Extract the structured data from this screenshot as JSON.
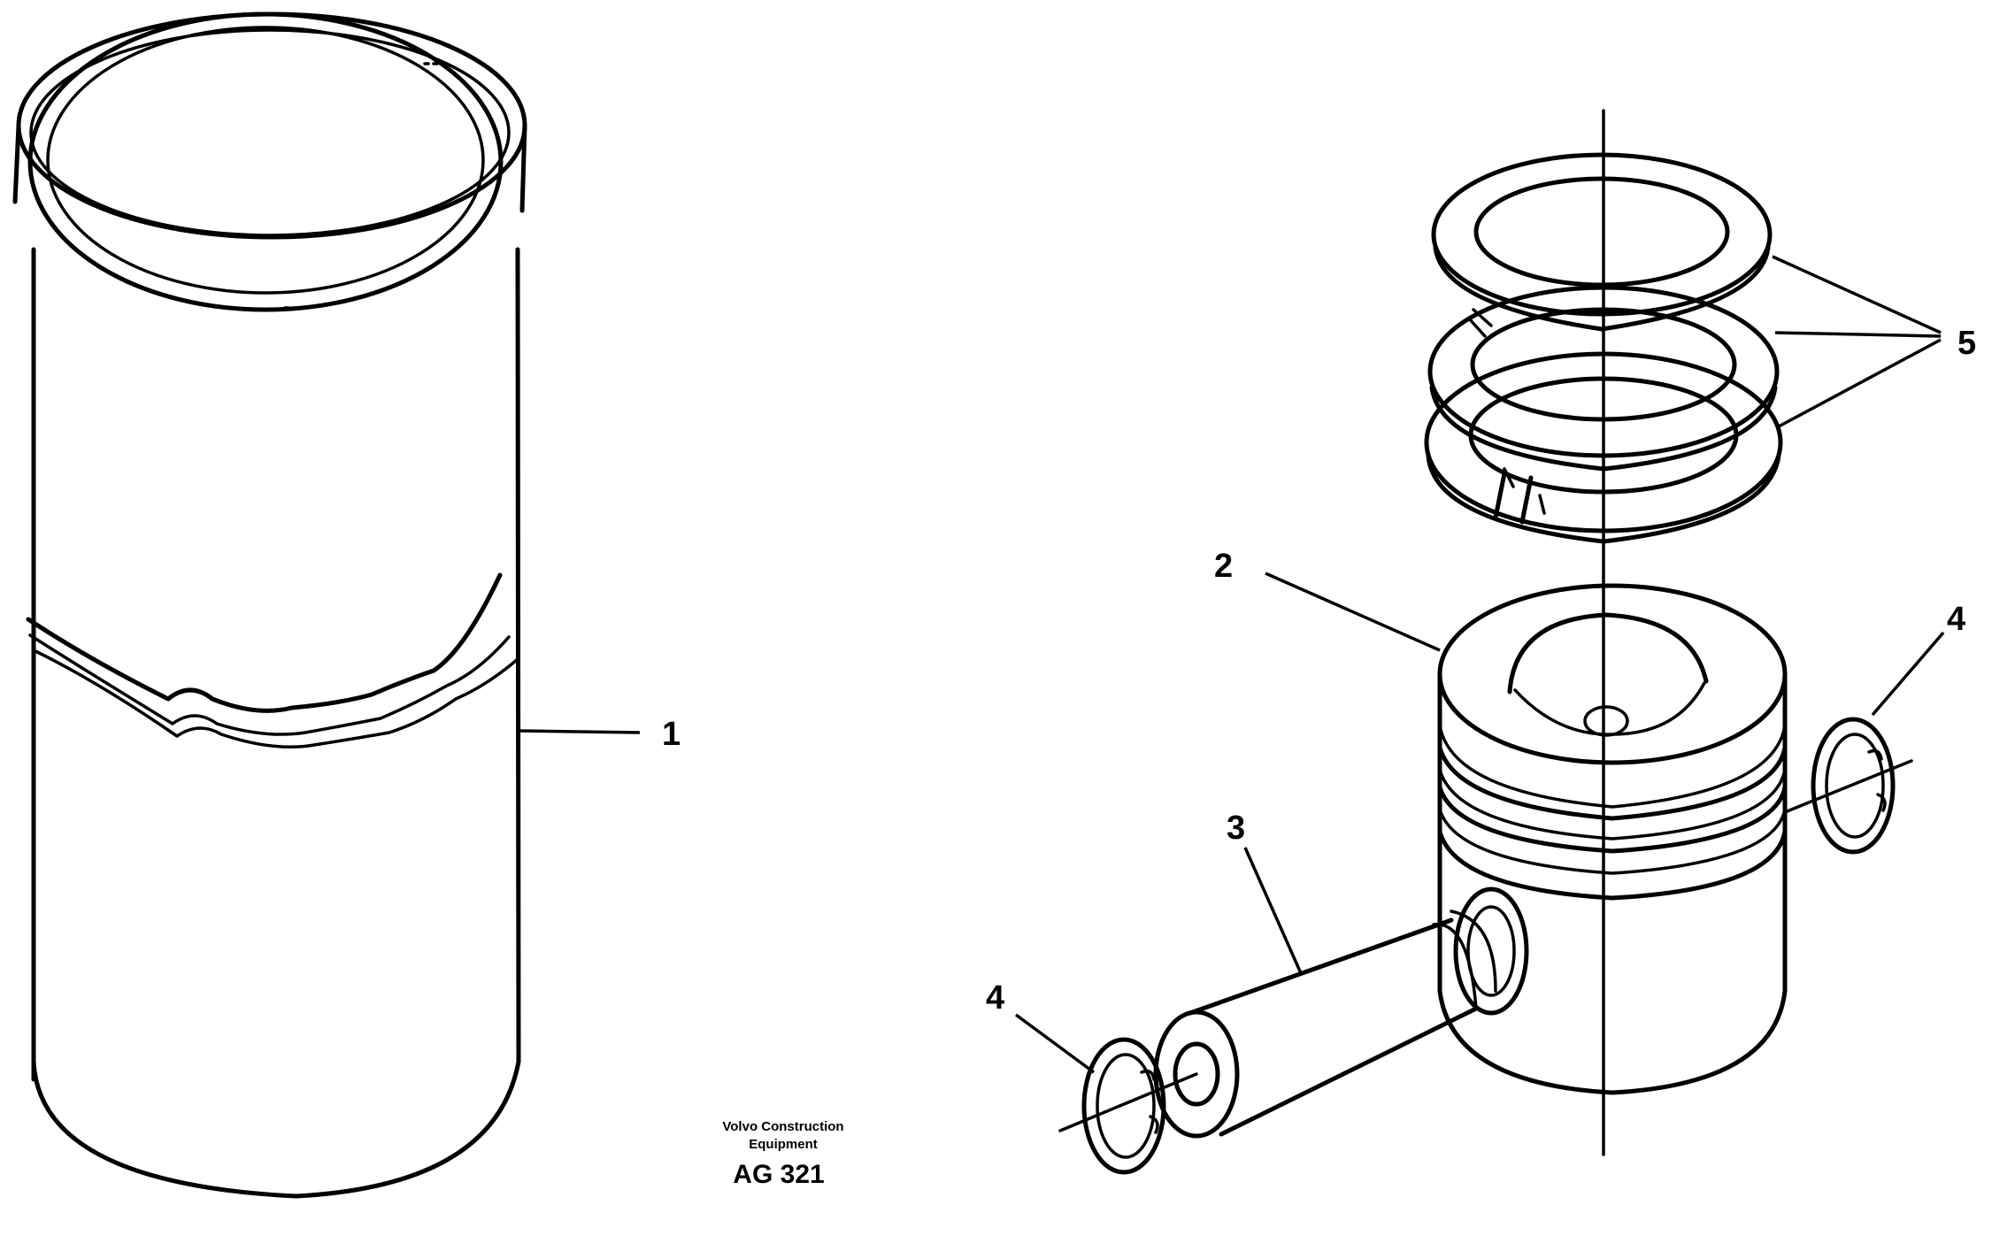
{
  "callouts": {
    "liner": "1",
    "piston": "2",
    "piston_pin": "3",
    "circlip_left": "4",
    "circlip_right": "4",
    "piston_rings": "5"
  },
  "caption": {
    "company_line1": "Volvo Construction",
    "company_line2": "Equipment",
    "code": "AG 321"
  }
}
